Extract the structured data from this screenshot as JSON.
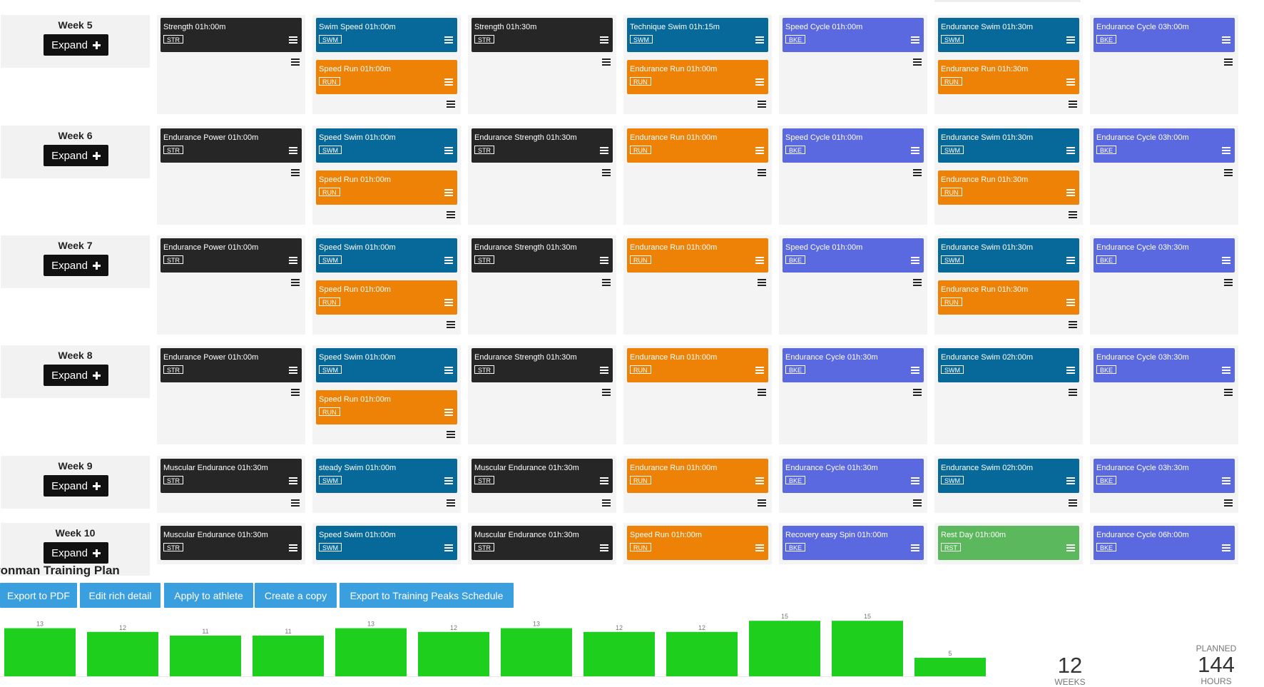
{
  "weeks": [
    {
      "label": "Week 5",
      "expand": "Expand"
    },
    {
      "label": "Week 6",
      "expand": "Expand"
    },
    {
      "label": "Week 7",
      "expand": "Expand"
    },
    {
      "label": "Week 8",
      "expand": "Expand"
    },
    {
      "label": "Week 9",
      "expand": "Expand"
    },
    {
      "label": "Week 10",
      "expand": "Expand"
    }
  ],
  "sport_colors": {
    "STR": "#262626",
    "SWM": "#07699a",
    "RUN": "#ee8206",
    "BKE": "#5b69e0",
    "RST": "#5cb85c"
  },
  "schedule": [
    [
      [
        {
          "title": "Strength 01h:00m",
          "sport": "STR"
        }
      ],
      [
        {
          "title": "Swim Speed 01h:00m",
          "sport": "SWM"
        },
        {
          "title": "Speed Run 01h:00m",
          "sport": "RUN"
        }
      ],
      [
        {
          "title": "Strength 01h:30m",
          "sport": "STR"
        }
      ],
      [
        {
          "title": "Technique Swim 01h:15m",
          "sport": "SWM"
        },
        {
          "title": "Endurance Run 01h:00m",
          "sport": "RUN"
        }
      ],
      [
        {
          "title": "Speed Cycle 01h:00m",
          "sport": "BKE"
        }
      ],
      [
        {
          "title": "Endurance Swim 01h:30m",
          "sport": "SWM"
        },
        {
          "title": "Endurance Run 01h:30m",
          "sport": "RUN"
        }
      ],
      [
        {
          "title": "Endurance Cycle 03h:00m",
          "sport": "BKE"
        }
      ]
    ],
    [
      [
        {
          "title": "Endurance Power 01h:00m",
          "sport": "STR"
        }
      ],
      [
        {
          "title": "Speed Swim 01h:00m",
          "sport": "SWM"
        },
        {
          "title": "Speed Run 01h:00m",
          "sport": "RUN"
        }
      ],
      [
        {
          "title": "Endurance Strength 01h:30m",
          "sport": "STR"
        }
      ],
      [
        {
          "title": "Endurance Run 01h:00m",
          "sport": "RUN"
        }
      ],
      [
        {
          "title": "Speed Cycle 01h:00m",
          "sport": "BKE"
        }
      ],
      [
        {
          "title": "Endurance Swim 01h:30m",
          "sport": "SWM"
        },
        {
          "title": "Endurance Run 01h:30m",
          "sport": "RUN"
        }
      ],
      [
        {
          "title": "Endurance Cycle 03h:00m",
          "sport": "BKE"
        }
      ]
    ],
    [
      [
        {
          "title": "Endurance Power 01h:00m",
          "sport": "STR"
        }
      ],
      [
        {
          "title": "Speed Swim 01h:00m",
          "sport": "SWM"
        },
        {
          "title": "Speed Run 01h:00m",
          "sport": "RUN"
        }
      ],
      [
        {
          "title": "Endurance Strength 01h:30m",
          "sport": "STR"
        }
      ],
      [
        {
          "title": "Endurance Run 01h:00m",
          "sport": "RUN"
        }
      ],
      [
        {
          "title": "Speed Cycle 01h:00m",
          "sport": "BKE"
        }
      ],
      [
        {
          "title": "Endurance Swim 01h:30m",
          "sport": "SWM"
        },
        {
          "title": "Endurance Run 01h:30m",
          "sport": "RUN"
        }
      ],
      [
        {
          "title": "Endurance Cycle 03h:30m",
          "sport": "BKE"
        }
      ]
    ],
    [
      [
        {
          "title": "Endurance Power 01h:00m",
          "sport": "STR"
        }
      ],
      [
        {
          "title": "Speed Swim 01h:00m",
          "sport": "SWM"
        },
        {
          "title": "Speed Run 01h:00m",
          "sport": "RUN"
        }
      ],
      [
        {
          "title": "Endurance Strength 01h:30m",
          "sport": "STR"
        }
      ],
      [
        {
          "title": "Endurance Run 01h:00m",
          "sport": "RUN"
        }
      ],
      [
        {
          "title": "Endurance Cycle 01h:30m",
          "sport": "BKE"
        }
      ],
      [
        {
          "title": "Endurance Swim 02h:00m",
          "sport": "SWM"
        }
      ],
      [
        {
          "title": "Endurance Cycle 03h:30m",
          "sport": "BKE"
        }
      ]
    ],
    [
      [
        {
          "title": "Muscular Endurance 01h:30m",
          "sport": "STR"
        }
      ],
      [
        {
          "title": "steady Swim 01h:00m",
          "sport": "SWM"
        }
      ],
      [
        {
          "title": "Muscular Endurance 01h:30m",
          "sport": "STR"
        }
      ],
      [
        {
          "title": "Endurance Run 01h:00m",
          "sport": "RUN"
        }
      ],
      [
        {
          "title": "Endurance Cycle 01h:30m",
          "sport": "BKE"
        }
      ],
      [
        {
          "title": "Endurance Swim 02h:00m",
          "sport": "SWM"
        }
      ],
      [
        {
          "title": "Endurance Cycle 03h:30m",
          "sport": "BKE"
        }
      ]
    ],
    [
      [
        {
          "title": "Muscular Endurance 01h:30m",
          "sport": "STR"
        }
      ],
      [
        {
          "title": "Speed Swim 01h:00m",
          "sport": "SWM"
        }
      ],
      [
        {
          "title": "Muscular Endurance 01h:30m",
          "sport": "STR"
        }
      ],
      [
        {
          "title": "Speed Run 01h:00m",
          "sport": "RUN"
        }
      ],
      [
        {
          "title": "Recovery easy Spin 01h:00m",
          "sport": "BKE"
        }
      ],
      [
        {
          "title": "Rest Day 01h:00m",
          "sport": "RST"
        }
      ],
      [
        {
          "title": "Endurance Cycle 06h:00m",
          "sport": "BKE"
        }
      ]
    ]
  ],
  "plan": {
    "title": "ronman Training Plan",
    "buttons": [
      "Export to PDF",
      "Edit rich detail",
      "Apply to athlete",
      "Create a copy",
      "Export to Training Peaks Schedule"
    ]
  },
  "chart_data": {
    "type": "bar",
    "values": [
      13,
      12,
      11,
      11,
      13,
      12,
      13,
      12,
      12,
      15,
      15,
      5
    ],
    "data_labels": [
      "13",
      "12",
      "11",
      "11",
      "13",
      "12",
      "13",
      "12",
      "12",
      "15",
      "15",
      "5"
    ],
    "bar_color": "#1ecf1e",
    "ylim": [
      0,
      16
    ],
    "grid": false,
    "legend": "none"
  },
  "stats": {
    "weeks_value": "12",
    "weeks_caption": "WEEKS",
    "planned_caption": "PLANNED",
    "hours_value": "144",
    "hours_caption": "HOURS"
  }
}
